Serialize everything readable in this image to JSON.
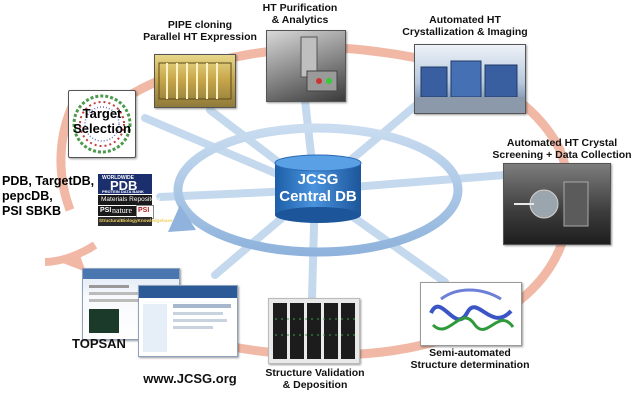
{
  "hub": {
    "line1": "JCSG",
    "line2": "Central DB"
  },
  "stages": [
    {
      "id": "target",
      "text": "Target\nSelection"
    },
    {
      "id": "pipe",
      "text": "PIPE cloning\nParallel HT Expression"
    },
    {
      "id": "purification",
      "text": "HT Purification\n& Analytics"
    },
    {
      "id": "crystallization",
      "text": "Automated HT\nCrystallization & Imaging"
    },
    {
      "id": "screening",
      "text": "Automated HT Crystal\nScreening + Data Collection"
    },
    {
      "id": "structure",
      "text": "Semi-automated\nStructure determination"
    },
    {
      "id": "validation",
      "text": "Structure Validation\n& Deposition"
    },
    {
      "id": "website",
      "text": "www.JCSG.org"
    },
    {
      "id": "topsan",
      "text": "TOPSAN"
    }
  ],
  "resources": {
    "line1": "PDB, TargetDB,",
    "line2": "pepcDB,",
    "line3": "PSI SBKB"
  },
  "logos": {
    "pdb_top": "WORLDWIDE",
    "pdb_main": "PDB",
    "pdb_sub": "PROTEIN DATA BANK",
    "materials": "Materials Repository",
    "psi": "PSI",
    "nature": "nature",
    "sbkb": "StructuralBiologyKnowledgebase",
    "psi_badge": "PSI"
  },
  "colors": {
    "hub_fill": "#2f78c9",
    "ring": "#a9c6e6",
    "outer_arrow": "#f1b8a6",
    "spoke": "#c5d9ee"
  }
}
